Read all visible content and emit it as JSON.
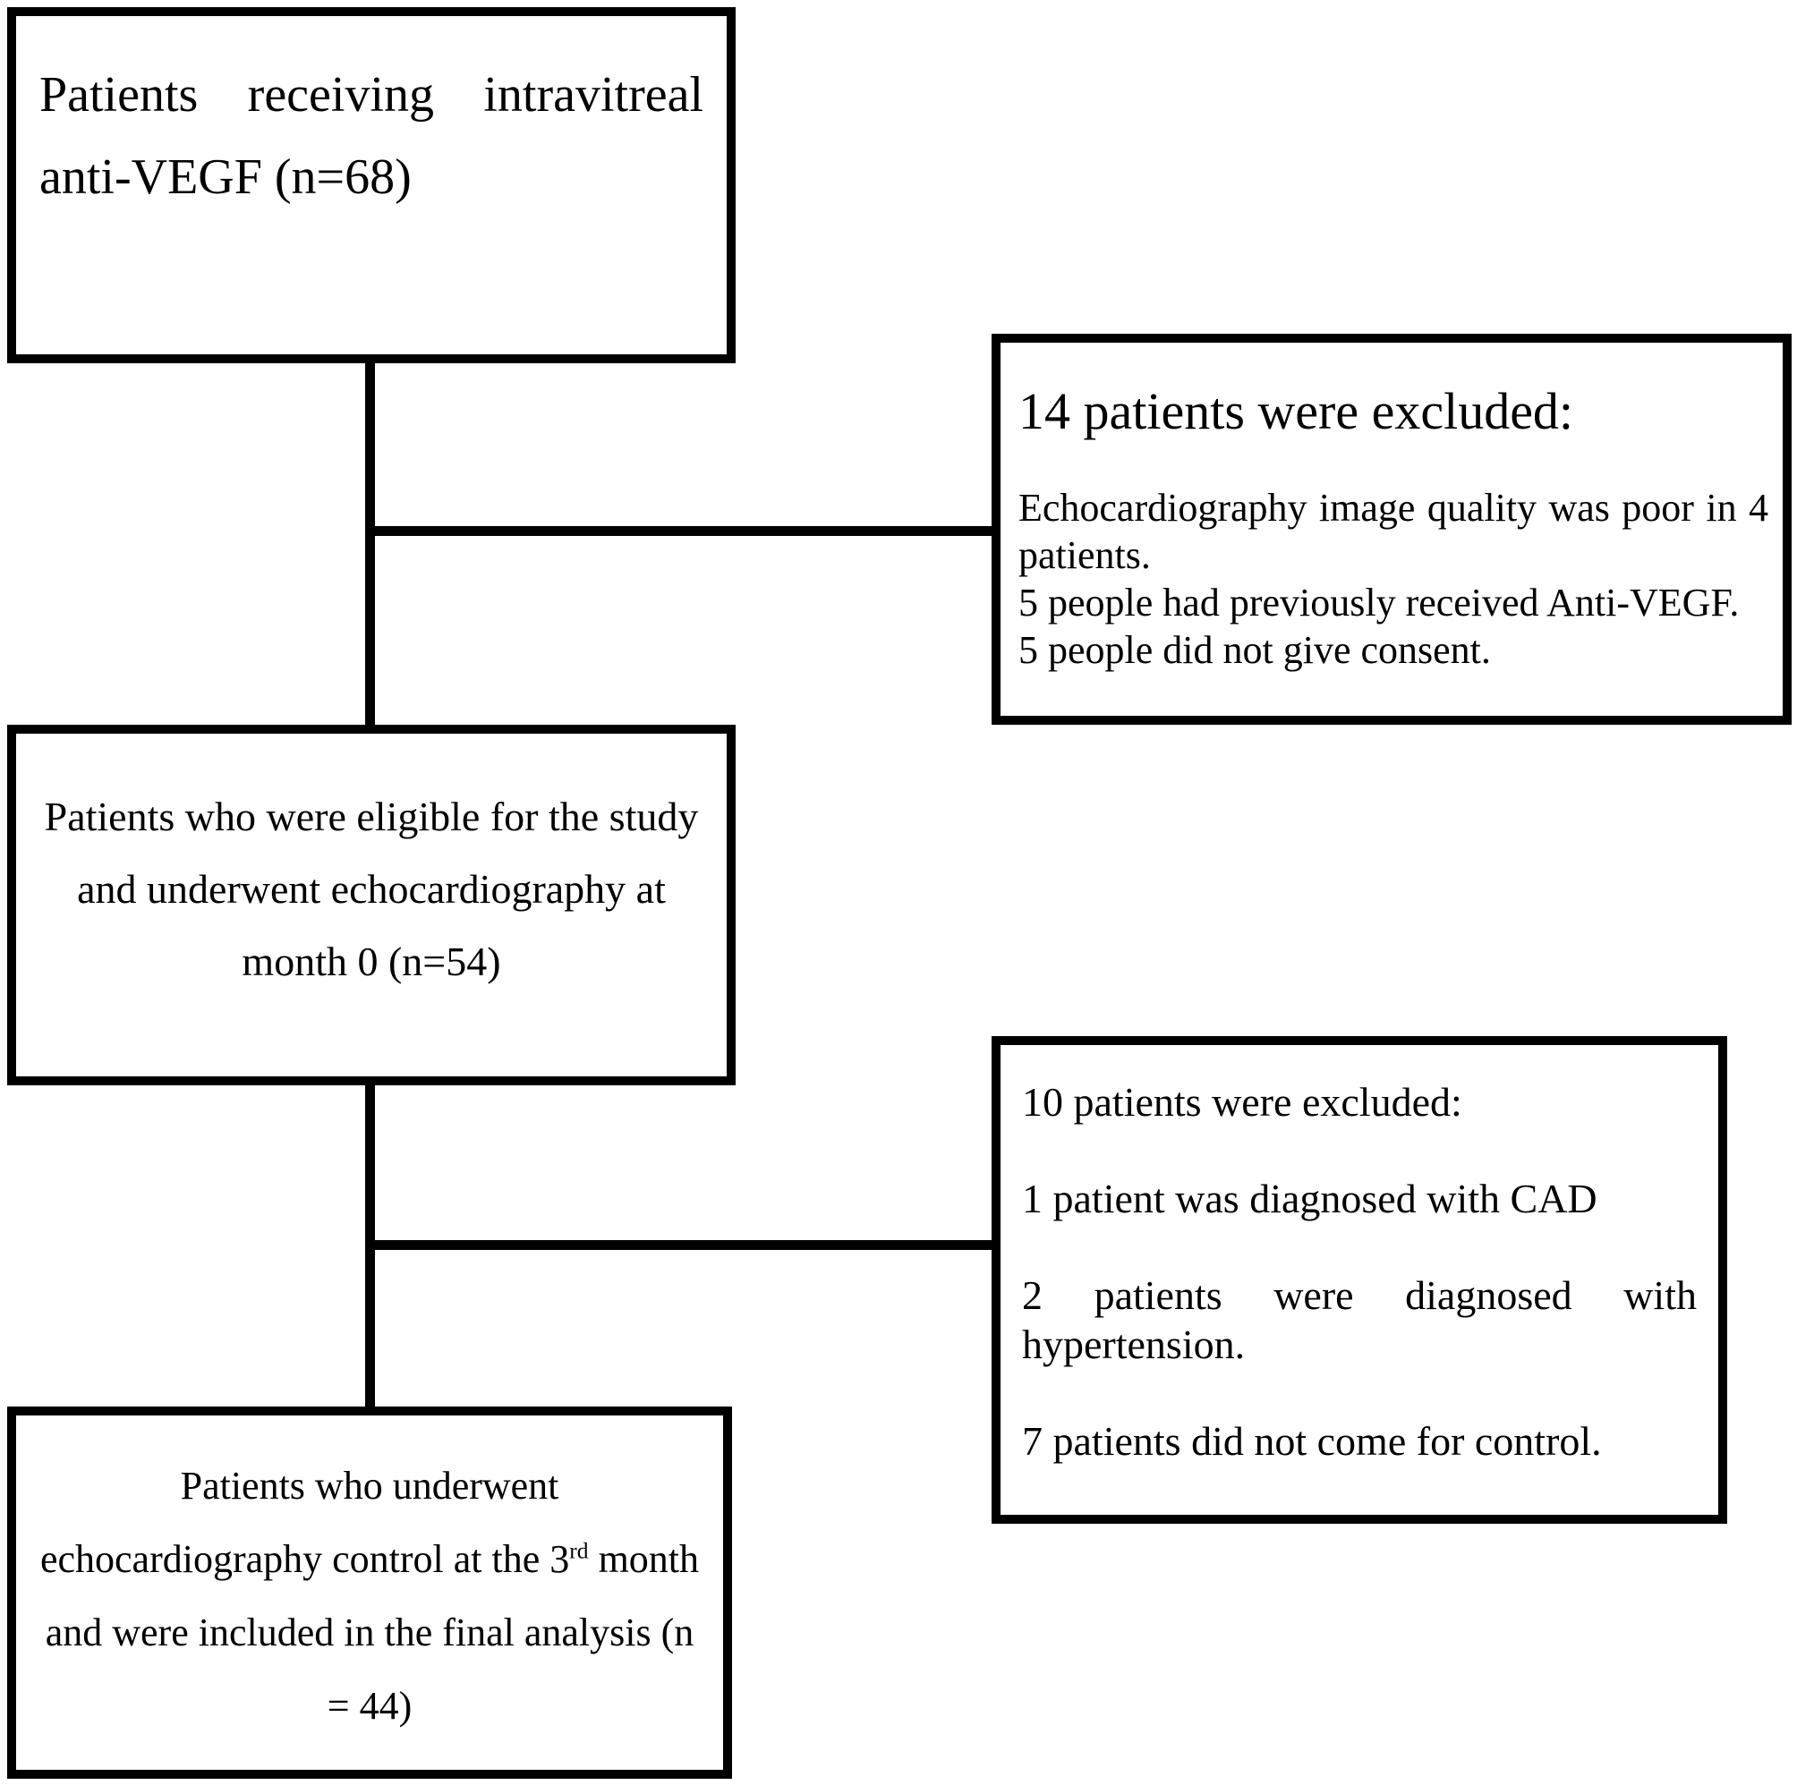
{
  "diagram": {
    "type": "patient-flow-diagram",
    "colors": {
      "ink": "#000000",
      "paper": "#ffffff"
    },
    "cohort_counts": {
      "receiving_anti_vegf": 68,
      "excluded_first": 14,
      "eligible_month0": 54,
      "excluded_second": 10,
      "final_analysis": 44
    }
  },
  "boxes": {
    "receiving": {
      "line1": "Patients receiving intravitreal",
      "line2": "anti-VEGF (n=68)"
    },
    "excluded14": {
      "heading": "14 patients were excluded:",
      "line1": "Echocardiography image quality was poor in 4",
      "line2": "patients.",
      "line3": "5 people had previously received Anti-VEGF.",
      "line4": "5 people did not give consent."
    },
    "eligible": {
      "line1": "Patients who were eligible for the study",
      "line2": "and underwent echocardiography at",
      "line3": "month 0 (n=54)"
    },
    "excluded10": {
      "heading": "10 patients were excluded:",
      "para1": "1 patient was diagnosed with CAD",
      "para2_line1": "2 patients were diagnosed with",
      "para2_line2": "hypertension.",
      "para3": "7 patients did not come for control."
    },
    "final": {
      "line1": "Patients who underwent",
      "line2_pre": "echocardiography control at the 3",
      "line2_sup": "rd",
      "line2_post": " month",
      "line3": "and were included in the final analysis (n",
      "line4": "= 44)"
    }
  }
}
